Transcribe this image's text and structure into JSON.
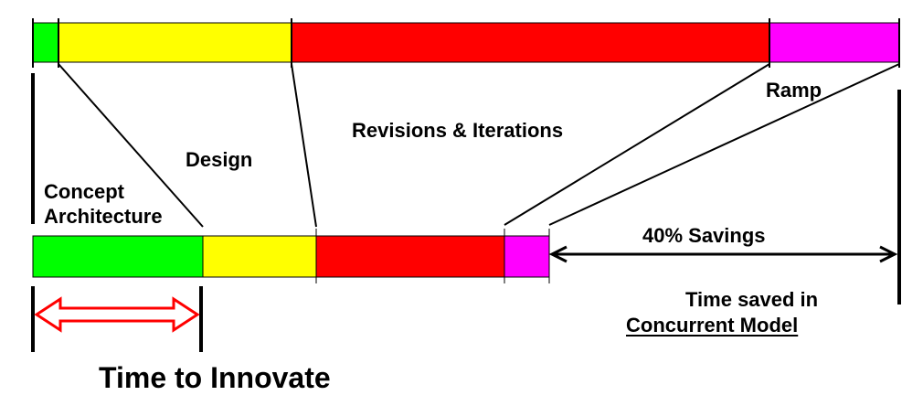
{
  "colors": {
    "concept": "#00ff00",
    "design": "#ffff00",
    "revisions": "#ff0000",
    "ramp": "#ff00ff",
    "arrow_outline": "#ff0000",
    "ink": "#000000"
  },
  "sequential_bar": {
    "segments": [
      {
        "key": "concept",
        "color_key": "concept"
      },
      {
        "key": "design",
        "color_key": "design"
      },
      {
        "key": "revisions",
        "color_key": "revisions"
      },
      {
        "key": "ramp",
        "color_key": "ramp"
      }
    ]
  },
  "concurrent_bar": {
    "segments": [
      {
        "key": "concept",
        "color_key": "concept"
      },
      {
        "key": "design",
        "color_key": "design"
      },
      {
        "key": "revisions",
        "color_key": "revisions"
      },
      {
        "key": "ramp",
        "color_key": "ramp"
      }
    ]
  },
  "labels": {
    "design": "Design",
    "revisions": "Revisions & Iterations",
    "ramp": "Ramp",
    "concept_line1": "Concept",
    "concept_line2": "Architecture",
    "savings": "40% Savings",
    "time_saved": "Time saved in",
    "concurrent_model": "Concurrent Model",
    "time_to_innovate": "Time to Innovate"
  },
  "icons": {
    "innovate_arrow": "double-headed-arrow",
    "savings_arrow": "double-headed-arrow"
  }
}
